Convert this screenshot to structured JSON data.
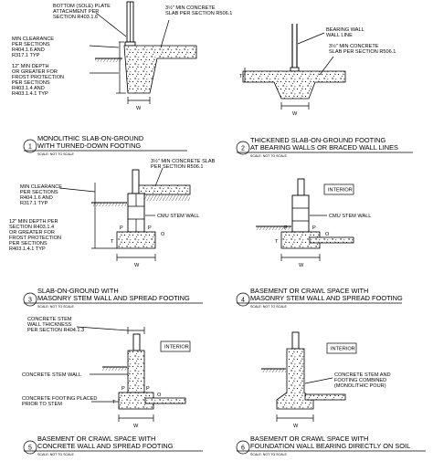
{
  "details": [
    {
      "number": "1",
      "title_lines": [
        "MONOLITHIC SLAB-ON-GROUND",
        "WITH TURNED-DOWN FOOTING"
      ],
      "scale": "SCALE: NOT TO SCALE",
      "callouts": {
        "plate": [
          "BOTTOM (SOLE) PLATE",
          "ATTACHMENT PER",
          "SECTION R403.1.6"
        ],
        "slab": [
          "3½\" MIN CONCRETE",
          "SLAB PER SECTION R506.1"
        ],
        "clearance": [
          "MIN CLEARANCE",
          "PER SECTIONS",
          "R404.1.6 AND",
          "R317.1 TYP"
        ],
        "depth": [
          "12\" MIN DEPTH",
          "OR GREATER FOR",
          "FROST PROTECTION",
          "PER SECTIONS",
          "R403.1.4 AND",
          "R403.1.4.1 TYP"
        ]
      },
      "dims": {
        "w": "W"
      }
    },
    {
      "number": "2",
      "title_lines": [
        "THICKENED SLAB-ON-GROUND FOOTING",
        "AT BEARING WALLS OR BRACED WALL LINES"
      ],
      "scale": "SCALE: NOT TO SCALE",
      "callouts": {
        "wall": [
          "BEARING WALL",
          "WALL LINE"
        ],
        "slab": [
          "3½\" MIN CONCRETE",
          "SLAB PER SECTION R506.1"
        ]
      },
      "dims": {
        "w": "W",
        "t": "T"
      }
    },
    {
      "number": "3",
      "title_lines": [
        "SLAB-ON-GROUND WITH",
        "MASONRY STEM WALL AND SPREAD FOOTING"
      ],
      "scale": "SCALE: NOT TO SCALE",
      "callouts": {
        "slab": [
          "3½\" MIN CONCRETE SLAB",
          "PER SECTION R506.1"
        ],
        "clearance": [
          "MIN CLEARANCE",
          "PER SECTIONS",
          "R404.1.6 AND",
          "R317.1 TYP"
        ],
        "cmu": "CMU STEM WALL",
        "depth": [
          "12\" MIN DEPTH PER",
          "SECTION R403.1.4",
          "OR GREATER FOR",
          "FROST PROTECTION",
          "PER SECTIONS",
          "R403.1.4.1 TYP"
        ]
      },
      "dims": {
        "w": "W",
        "t": "T",
        "p": "P",
        "o": "O"
      }
    },
    {
      "number": "4",
      "title_lines": [
        "BASEMENT OR CRAWL SPACE WITH",
        "MASONRY STEM WALL AND SPREAD FOOTING"
      ],
      "scale": "SCALE: NOT TO SCALE",
      "callouts": {
        "interior": "INTERIOR",
        "cmu": "CMU STEM WALL"
      },
      "dims": {
        "w": "W",
        "t": "T",
        "p": "P",
        "o": "O"
      }
    },
    {
      "number": "5",
      "title_lines": [
        "BASEMENT OR CRAWL SPACE WITH",
        "CONCRETE WALL AND SPREAD FOOTING"
      ],
      "scale": "SCALE: NOT TO SCALE",
      "callouts": {
        "thickness": [
          "CONCRETE STEM",
          "WALL THICKNESS",
          "PER SECTION R404.1.3"
        ],
        "interior": "INTERIOR",
        "stem": "CONCRETE STEM WALL",
        "footing": [
          "CONCRETE FOOTING PLACED",
          "PRIOR TO STEM"
        ]
      },
      "dims": {
        "w": "W",
        "t": "T",
        "p": "P",
        "o": "O"
      }
    },
    {
      "number": "6",
      "title_lines": [
        "BASEMENT OR CRAWL SPACE WITH",
        "FOUNDATION WALL BEARING DIRECTLY ON SOIL"
      ],
      "scale": "SCALE: NOT TO SCALE",
      "callouts": {
        "interior": "INTERIOR",
        "combined": [
          "CONCRETE STEM AND",
          "FOOTING COMBINED",
          "(MONOLITHIC POUR)"
        ]
      },
      "dims": {
        "w": "W"
      }
    }
  ]
}
